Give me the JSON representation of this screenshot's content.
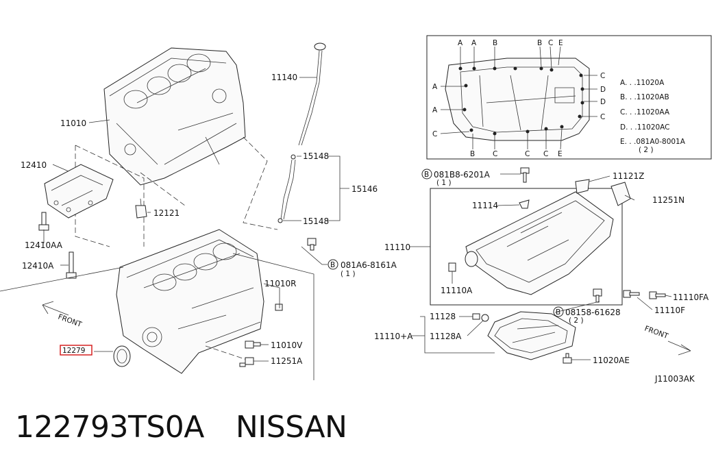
{
  "parts": {
    "p11010": "11010",
    "p12410": "12410",
    "p12410AA": "12410AA",
    "p12410A": "12410A",
    "p12121": "12121",
    "p11140": "11140",
    "p15148a": "15148",
    "p15146": "15146",
    "p15148b": "15148",
    "b081A6": "081A6-8161A",
    "b081A6q": "( 1 )",
    "p11010R": "11010R",
    "p11010V": "11010V",
    "p11251A": "11251A",
    "p12279": "12279",
    "front_left": "FRONT",
    "b081B8": "081B8-6201A",
    "b081B8q": "( 1 )",
    "p11121Z": "11121Z",
    "p11251N": "11251N",
    "p11114": "11114",
    "p11110": "11110",
    "p11110A": "11110A",
    "p11110FA": "11110FA",
    "p11110F": "11110F",
    "b08158": "08158-61628",
    "b08158q": "( 2 )",
    "p11128": "11128",
    "p11110plusA": "11110+A",
    "p11128A": "11128A",
    "p11020AE": "11020AE",
    "front_right": "FRONT",
    "diagram_code": "J11003AK"
  },
  "legend": {
    "items": [
      "A. . .11020A",
      "B. . .11020AB",
      "C. . .11020AA",
      "D. . .11020AC",
      "E. . .081A0-8001A"
    ],
    "e_qty": "( 2 )",
    "letters_top": [
      "A",
      "B",
      "B",
      "C",
      "E"
    ],
    "letters_top_a2": "A",
    "letters_right": [
      "C",
      "D",
      "D",
      "C"
    ],
    "letters_left": [
      "A",
      "A",
      "C"
    ],
    "letters_bottom": [
      "B",
      "C",
      "C",
      "C",
      "E"
    ]
  },
  "bolt_marker": "B",
  "caption": {
    "part_number": "122793TS0A",
    "brand": "NISSAN"
  },
  "colors": {
    "highlight": "#d62020",
    "line": "#222222"
  }
}
